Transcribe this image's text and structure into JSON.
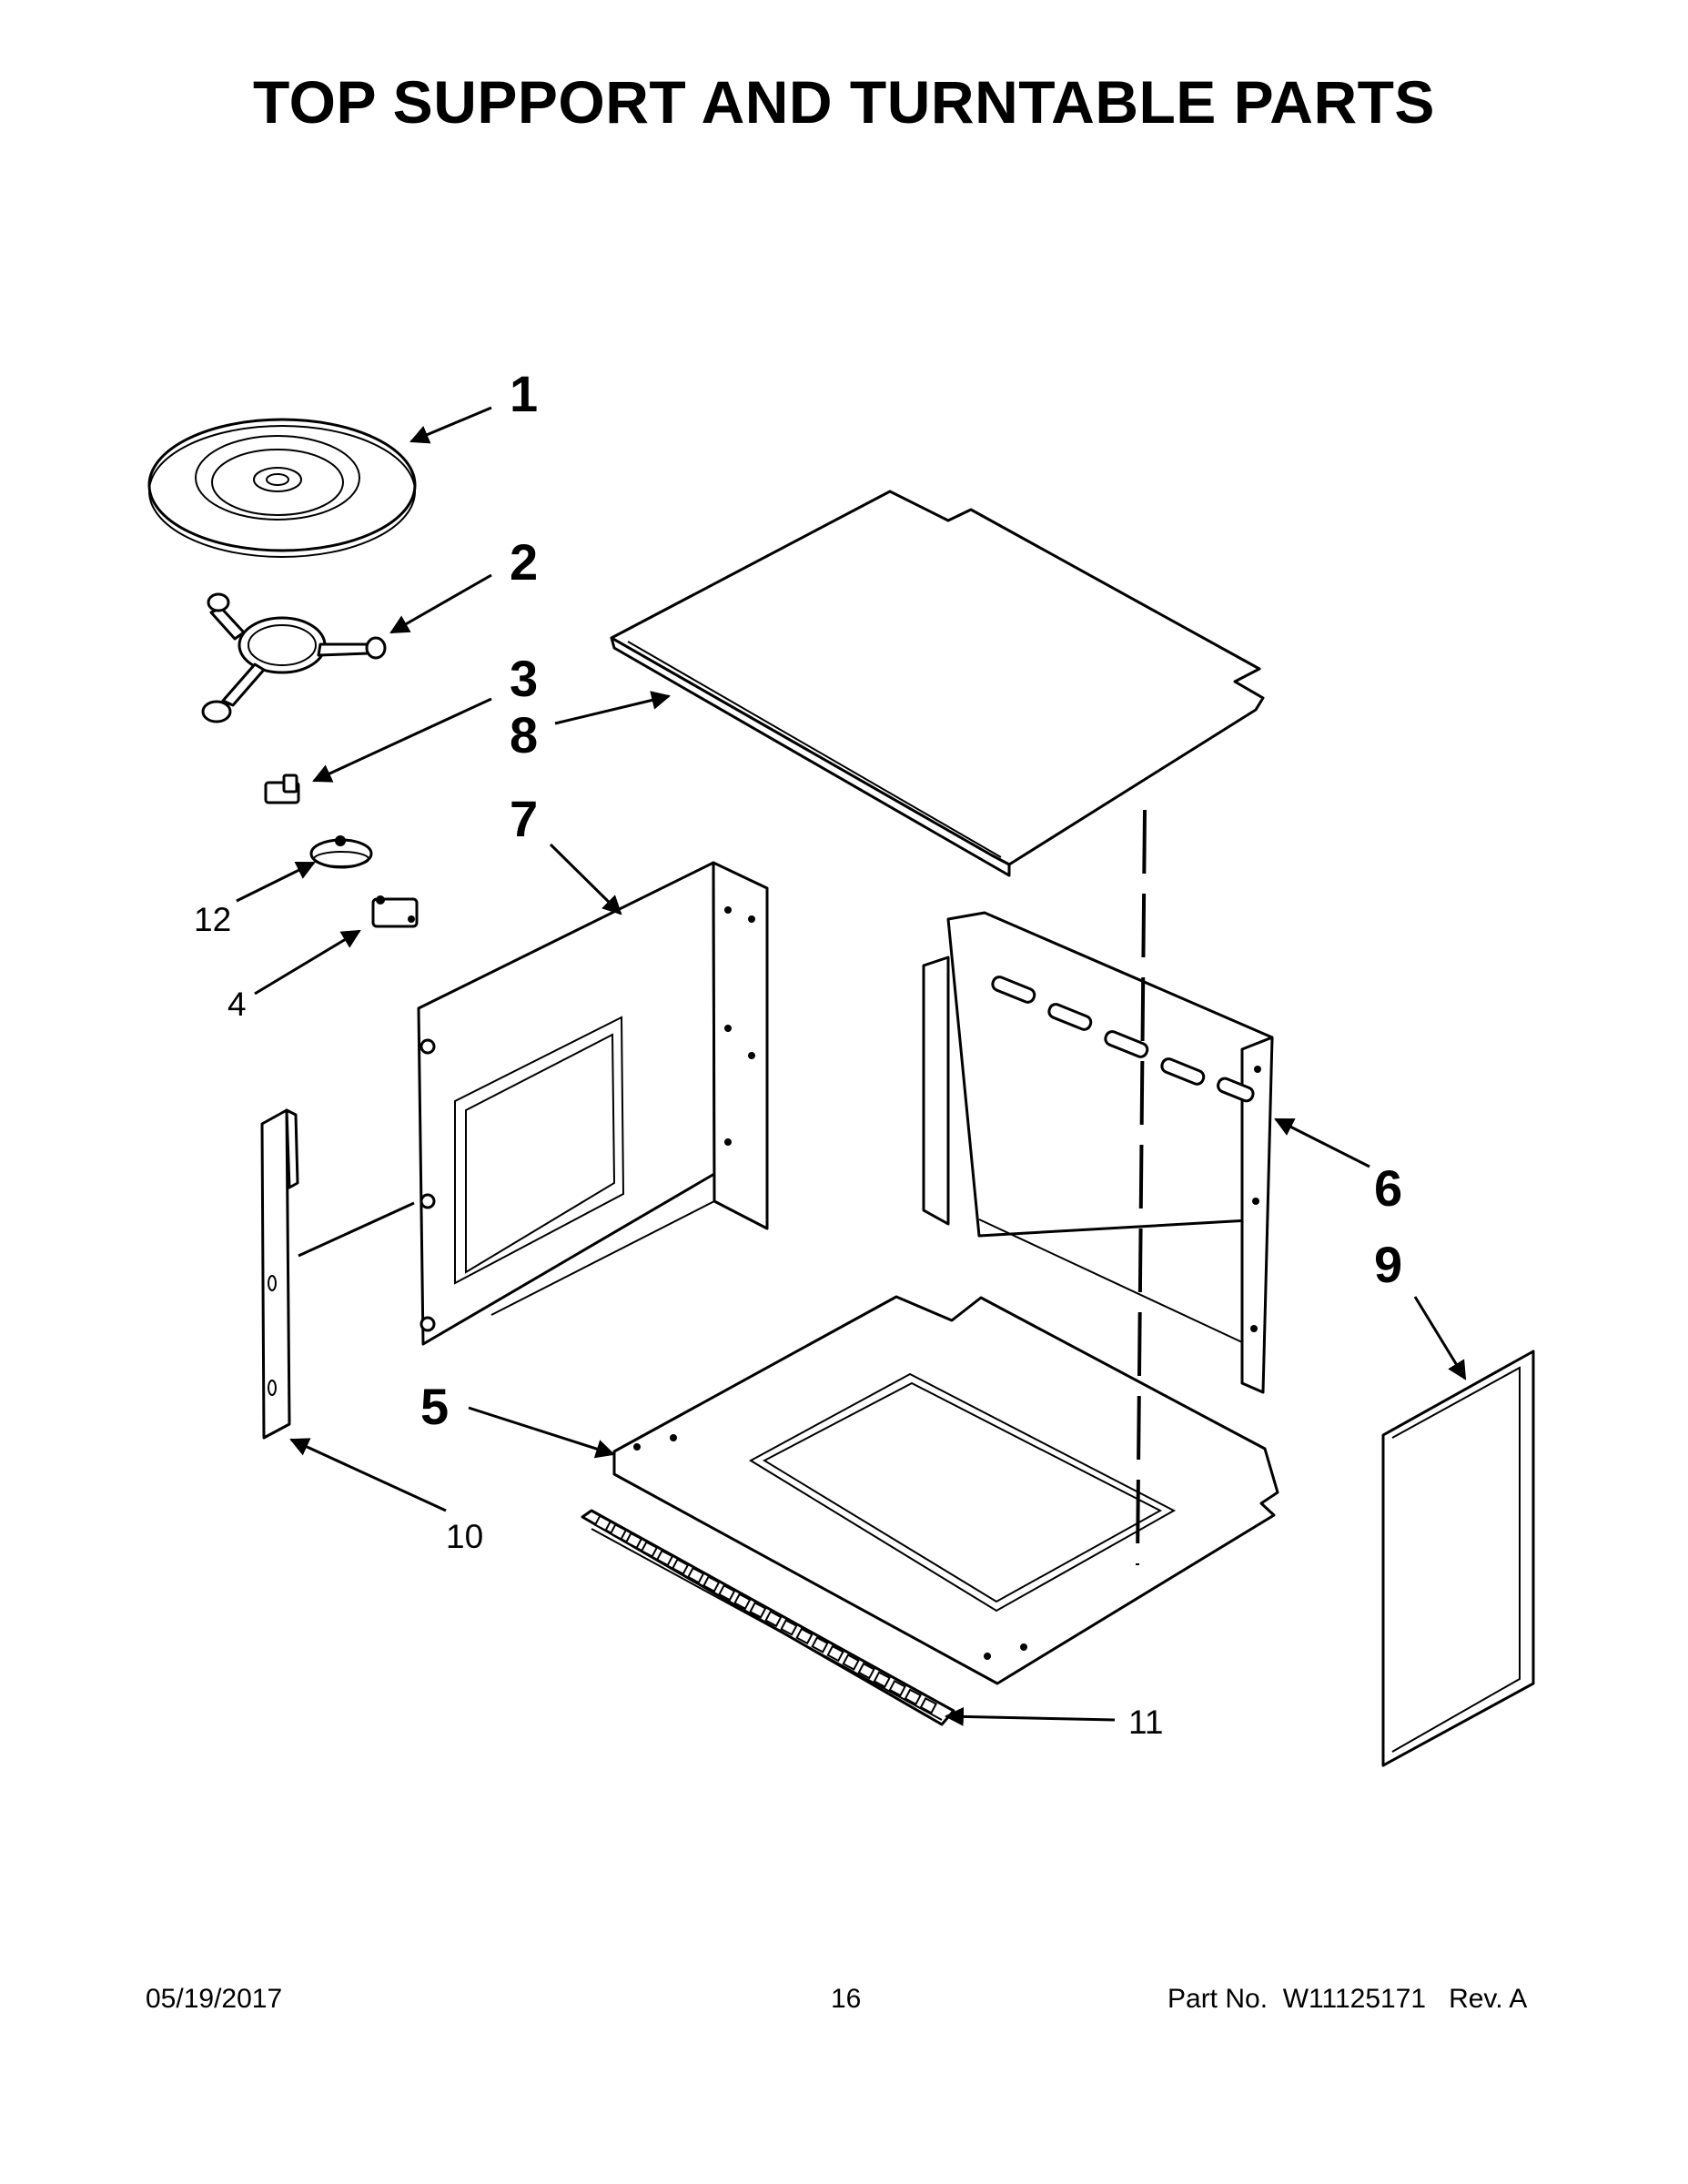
{
  "page": {
    "title": "TOP SUPPORT AND TURNTABLE PARTS"
  },
  "callouts": {
    "c1": "1",
    "c2": "2",
    "c3": "3",
    "c4": "4",
    "c5": "5",
    "c6": "6",
    "c7": "7",
    "c8": "8",
    "c9": "9",
    "c10": "10",
    "c11": "11",
    "c12": "12"
  },
  "footer": {
    "date": "05/19/2017",
    "page_number": "16",
    "part_label": "Part No.",
    "part_number": "W11125171",
    "revision": "Rev.  A"
  }
}
